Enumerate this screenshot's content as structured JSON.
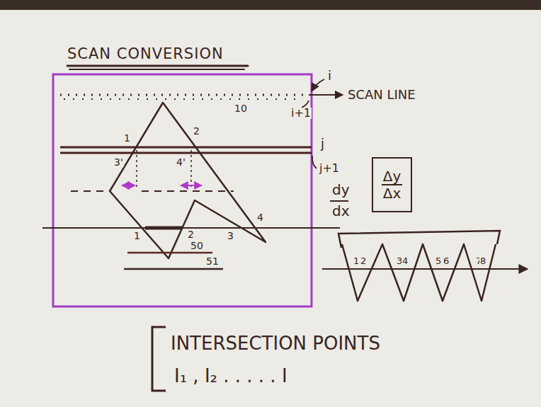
{
  "diagram": {
    "title": "SCAN CONVERSION",
    "nodes": [
      {
        "text": [
          "Δy",
          "Δx"
        ]
      }
    ],
    "labels": [
      "i",
      "SCAN LINE",
      "i+1",
      "10",
      "1",
      "2",
      "3'",
      "4'",
      "j",
      "j+1",
      "1",
      "2",
      "3",
      "4",
      "50",
      "51",
      "dy",
      "dx",
      "1",
      "2",
      "3",
      "4",
      "5",
      "6",
      "7",
      "8",
      "INTERSECTION POINTS",
      "I₁ , I₂ . . . . . I"
    ]
  }
}
